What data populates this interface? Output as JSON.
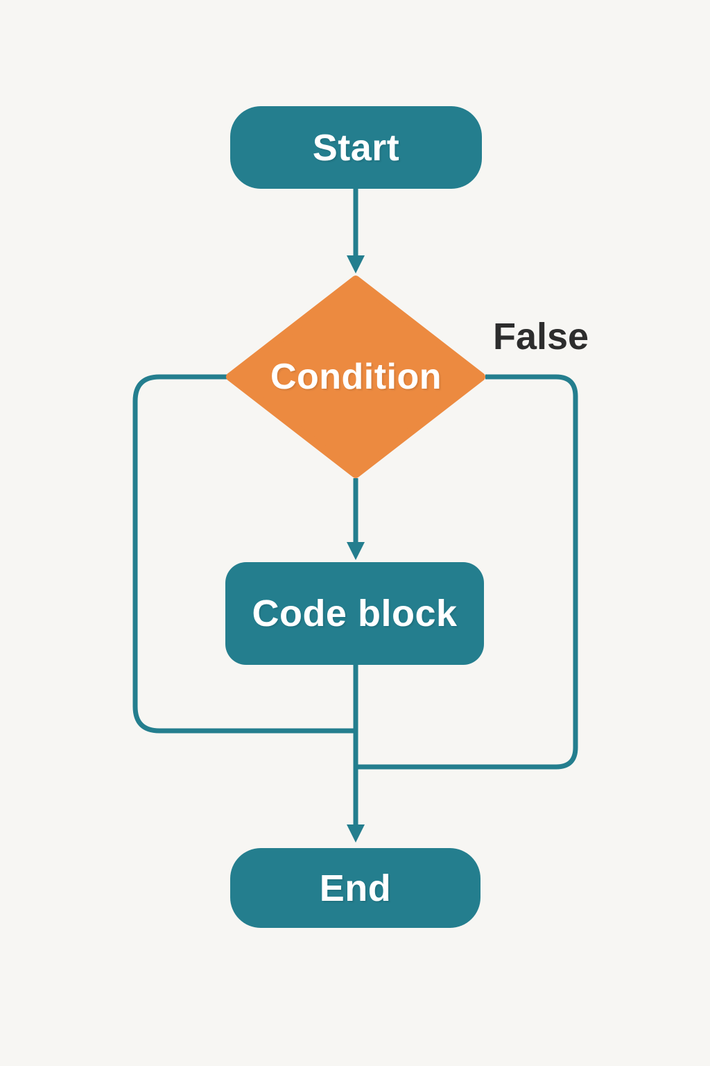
{
  "colors": {
    "background": "#f7f6f3",
    "node_fill": "#247e8e",
    "decision_fill": "#ec8a40",
    "connector": "#247e8e",
    "node_text": "#ffffff",
    "label_text": "#2d2d2d"
  },
  "nodes": {
    "start": {
      "label": "Start",
      "type": "terminator"
    },
    "condition": {
      "label": "Condition",
      "type": "decision"
    },
    "code_block": {
      "label": "Code block",
      "type": "process"
    },
    "end": {
      "label": "End",
      "type": "terminator"
    }
  },
  "edges": {
    "false_branch": {
      "label": "False"
    }
  }
}
